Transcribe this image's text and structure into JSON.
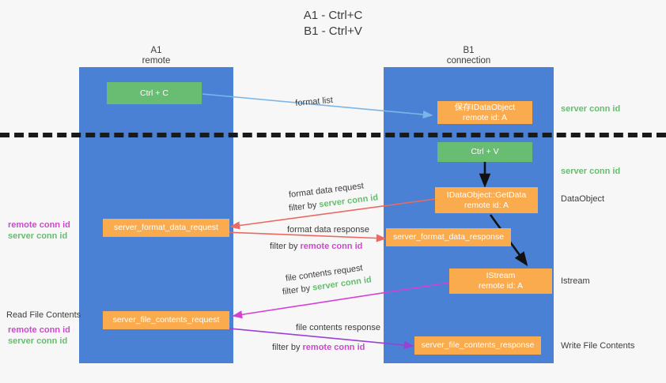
{
  "title": {
    "line1": "A1 - Ctrl+C",
    "line2": "B1 - Ctrl+V"
  },
  "columns": [
    {
      "name": "A1",
      "sub": "remote"
    },
    {
      "name": "B1",
      "sub": "connection"
    }
  ],
  "colors": {
    "lane": "#4a81d4",
    "green_box": "#69bd72",
    "orange_box": "#f9ab4e",
    "server_conn_id": "#67bd6f",
    "remote_conn_id": "#c94bc9",
    "arrow_blue": "#7cb5e8",
    "arrow_red": "#ea6a61",
    "arrow_magenta": "#d63fd6",
    "arrow_purple": "#9b3fd6",
    "arrow_black": "#111111",
    "separator": "#1a1a1a",
    "background": "#f7f7f7"
  },
  "boxes": {
    "ctrl_c": {
      "label": "Ctrl + C"
    },
    "save_idataobject": {
      "line1": "保存IDataObject",
      "line2": "remote id: A"
    },
    "ctrl_v": {
      "label": "Ctrl + V"
    },
    "getdata": {
      "line1": "IDataObject::GetData",
      "line2": "remote id: A"
    },
    "istream": {
      "line1": "IStream",
      "line2": "remote id: A"
    },
    "server_format_data_request": {
      "label": "server_format_data_request"
    },
    "server_format_data_response": {
      "label": "server_format_data_response"
    },
    "server_file_contents_request": {
      "label": "server_file_contents_request"
    },
    "server_file_contents_response": {
      "label": "server_file_contents_response"
    }
  },
  "side_labels": {
    "server_conn_id_top": "server conn id",
    "server_conn_id_mid": "server conn id",
    "dataobject": "DataObject",
    "istream": "Istream",
    "write_file_contents": "Write File Contents",
    "read_file_contents": "Read File Contents"
  },
  "left_stacks": [
    {
      "remote": "remote conn id",
      "server": "server conn id"
    },
    {
      "remote": "remote conn id",
      "server": "server conn id"
    }
  ],
  "flow_labels": {
    "format_list": "format list",
    "format_data_request": "format data request",
    "format_data_request_filter_prefix": "filter by ",
    "format_data_request_filter_value": "server conn id",
    "format_data_response": "format data response",
    "format_data_response_filter_prefix": "filter by ",
    "format_data_response_filter_value": "remote conn id",
    "file_contents_request": "file contents request",
    "file_contents_request_filter_prefix": "filter by ",
    "file_contents_request_filter_value": "server conn id",
    "file_contents_response": "file contents response",
    "file_contents_response_filter_prefix": "filter by ",
    "file_contents_response_filter_value": "remote conn id"
  }
}
